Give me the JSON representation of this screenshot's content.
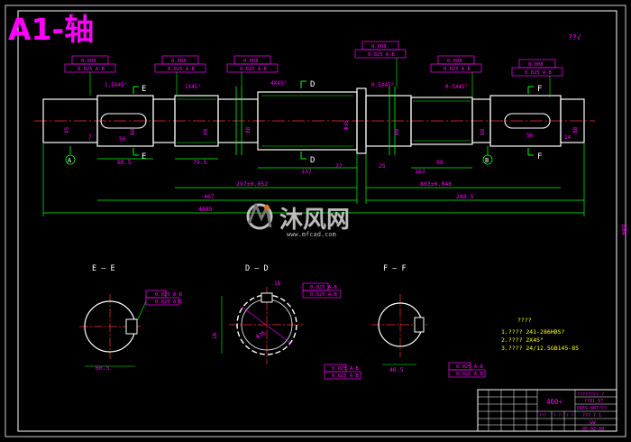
{
  "title": "A1-轴",
  "colors": {
    "background": "#000000",
    "outline": "#ffffff",
    "dimension": "#00ff00",
    "annotation": "#ff00ff",
    "centerline": "#ff3030",
    "frame": "#ffffff",
    "text_yellow": "#ffff00",
    "watermark": "#d0d0d0"
  },
  "corner_mark": "??√",
  "side_number": "394",
  "sections": {
    "e_label": "E — E",
    "d_label": "D — D",
    "f_label": "F — F"
  },
  "section_marks": {
    "e_top": "E",
    "e_bottom": "E",
    "d_top": "D",
    "d_bottom": "D",
    "f_top": "F",
    "f_bottom": "F",
    "datum_a": "A",
    "datum_b": "B"
  },
  "tolerances": {
    "t1a": "0.008",
    "t1b": "0.025 A-B",
    "t2a": "0.008",
    "t2b": "0.025 A-B",
    "t3a": "0.008",
    "t3b": "0.025 A-B",
    "t4a": "0.008",
    "t4b": "0.025 A-B",
    "t5a": "0.008",
    "t5b": "0.025 A-B",
    "t6a": "0.008",
    "t6b": "0.025 A-B",
    "e1": "0.025 A-B",
    "e2": "0.025 A-B",
    "d1": "0.025 A-B",
    "d2": "0.025 A-B",
    "f1": "0.025 A-B",
    "f2": "0.025 A-B"
  },
  "chamfers": {
    "c1": "1.5X45°",
    "c2": "1X45°",
    "c3": "4X45°",
    "c4": "0.5X45°"
  },
  "dims": {
    "d80": "80.5",
    "d79": "79.5",
    "d297": "297±0.052",
    "d137": "137",
    "d22": "22",
    "d25": "25",
    "d163": "163",
    "d98": "98",
    "d803": "803±0.046",
    "d467": "467",
    "d288": "288.5",
    "d4885": "4885",
    "d95": "95",
    "d88": "88",
    "d36": "Φ36",
    "d56": "56",
    "d14": "14",
    "d7": "7",
    "e_dim": "60.5",
    "f_dim": "46.5",
    "d_key": "18",
    "d_small": "16"
  },
  "notes": {
    "heading": "????",
    "line1": "1.???? 241-286HBS?",
    "line2": "2.???? 2X45°",
    "line3": "3.???? 24/12.5GB145-85"
  },
  "title_block": {
    "scale": "400÷",
    "r1": "???????? ?",
    "r2": "??81-97",
    "r3": "DGFS-807???",
    "r4": "??? ? 1",
    "r5": "GW",
    "r6": "05-02-08",
    "c1": "???",
    "c2": "? ?",
    "c3": "? ?"
  },
  "watermark": {
    "brand": "沐风网",
    "url": "www.mfcad.com"
  }
}
